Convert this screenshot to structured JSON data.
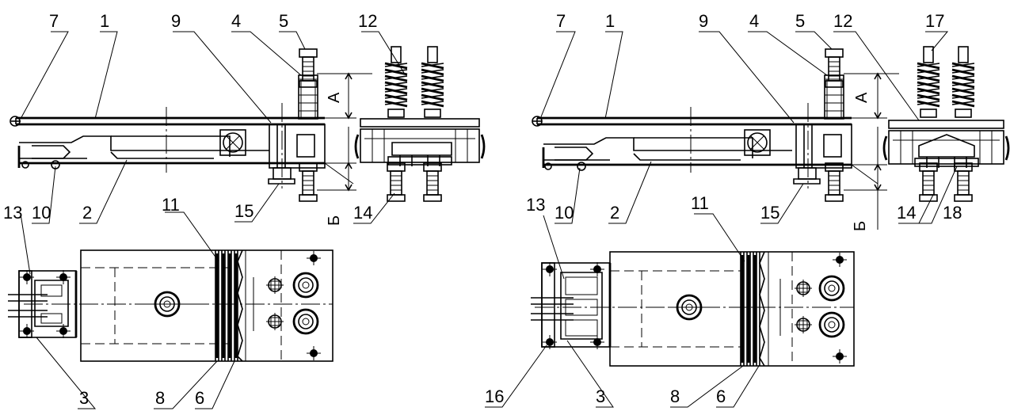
{
  "left_view": {
    "callouts": [
      "7",
      "1",
      "9",
      "4",
      "5",
      "12",
      "10",
      "2",
      "15",
      "14",
      "13",
      "11",
      "3",
      "8",
      "6"
    ],
    "dims": [
      "А",
      "Б"
    ]
  },
  "right_view": {
    "callouts": [
      "7",
      "1",
      "9",
      "4",
      "5",
      "12",
      "17",
      "10",
      "2",
      "15",
      "14",
      "18",
      "13",
      "11",
      "16",
      "3",
      "8",
      "6"
    ],
    "dims": [
      "А",
      "Б"
    ]
  }
}
